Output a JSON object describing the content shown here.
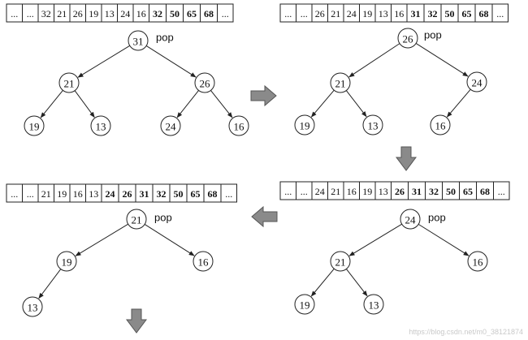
{
  "panels": [
    {
      "id": "step1",
      "array": [
        {
          "t": "...",
          "b": false
        },
        {
          "t": "...",
          "b": false
        },
        {
          "t": "32",
          "b": false
        },
        {
          "t": "21",
          "b": false
        },
        {
          "t": "26",
          "b": false
        },
        {
          "t": "19",
          "b": false
        },
        {
          "t": "13",
          "b": false
        },
        {
          "t": "24",
          "b": false
        },
        {
          "t": "16",
          "b": false
        },
        {
          "t": "32",
          "b": true
        },
        {
          "t": "50",
          "b": true
        },
        {
          "t": "65",
          "b": true
        },
        {
          "t": "68",
          "b": true
        },
        {
          "t": "...",
          "b": false
        }
      ],
      "pop_label": "pop",
      "nodes": [
        {
          "id": "n0",
          "label": "31"
        },
        {
          "id": "n1",
          "label": "21"
        },
        {
          "id": "n2",
          "label": "26"
        },
        {
          "id": "n3",
          "label": "19"
        },
        {
          "id": "n4",
          "label": "13"
        },
        {
          "id": "n5",
          "label": "24"
        },
        {
          "id": "n6",
          "label": "16"
        }
      ],
      "edges": [
        [
          "n0",
          "n1"
        ],
        [
          "n0",
          "n2"
        ],
        [
          "n1",
          "n3"
        ],
        [
          "n1",
          "n4"
        ],
        [
          "n2",
          "n5"
        ],
        [
          "n2",
          "n6"
        ]
      ]
    },
    {
      "id": "step2",
      "array": [
        {
          "t": "...",
          "b": false
        },
        {
          "t": "...",
          "b": false
        },
        {
          "t": "26",
          "b": false
        },
        {
          "t": "21",
          "b": false
        },
        {
          "t": "24",
          "b": false
        },
        {
          "t": "19",
          "b": false
        },
        {
          "t": "13",
          "b": false
        },
        {
          "t": "16",
          "b": false
        },
        {
          "t": "31",
          "b": true
        },
        {
          "t": "32",
          "b": true
        },
        {
          "t": "50",
          "b": true
        },
        {
          "t": "65",
          "b": true
        },
        {
          "t": "68",
          "b": true
        },
        {
          "t": "...",
          "b": false
        }
      ],
      "pop_label": "pop",
      "nodes": [
        {
          "id": "n0",
          "label": "26"
        },
        {
          "id": "n1",
          "label": "21"
        },
        {
          "id": "n2",
          "label": "24"
        },
        {
          "id": "n3",
          "label": "19"
        },
        {
          "id": "n4",
          "label": "13"
        },
        {
          "id": "n5",
          "label": "16"
        }
      ],
      "edges": [
        [
          "n0",
          "n1"
        ],
        [
          "n0",
          "n2"
        ],
        [
          "n1",
          "n3"
        ],
        [
          "n1",
          "n4"
        ],
        [
          "n2",
          "n5"
        ]
      ]
    },
    {
      "id": "step3",
      "array": [
        {
          "t": "...",
          "b": false
        },
        {
          "t": "...",
          "b": false
        },
        {
          "t": "24",
          "b": false
        },
        {
          "t": "21",
          "b": false
        },
        {
          "t": "16",
          "b": false
        },
        {
          "t": "19",
          "b": false
        },
        {
          "t": "13",
          "b": false
        },
        {
          "t": "26",
          "b": true
        },
        {
          "t": "31",
          "b": true
        },
        {
          "t": "32",
          "b": true
        },
        {
          "t": "50",
          "b": true
        },
        {
          "t": "65",
          "b": true
        },
        {
          "t": "68",
          "b": true
        },
        {
          "t": "...",
          "b": false
        }
      ],
      "pop_label": "pop",
      "nodes": [
        {
          "id": "n0",
          "label": "24"
        },
        {
          "id": "n1",
          "label": "21"
        },
        {
          "id": "n2",
          "label": "16"
        },
        {
          "id": "n3",
          "label": "19"
        },
        {
          "id": "n4",
          "label": "13"
        }
      ],
      "edges": [
        [
          "n0",
          "n1"
        ],
        [
          "n0",
          "n2"
        ],
        [
          "n1",
          "n3"
        ],
        [
          "n1",
          "n4"
        ]
      ]
    },
    {
      "id": "step4",
      "array": [
        {
          "t": "...",
          "b": false
        },
        {
          "t": "...",
          "b": false
        },
        {
          "t": "21",
          "b": false
        },
        {
          "t": "19",
          "b": false
        },
        {
          "t": "16",
          "b": false
        },
        {
          "t": "13",
          "b": false
        },
        {
          "t": "24",
          "b": true
        },
        {
          "t": "26",
          "b": true
        },
        {
          "t": "31",
          "b": true
        },
        {
          "t": "32",
          "b": true
        },
        {
          "t": "50",
          "b": true
        },
        {
          "t": "65",
          "b": true
        },
        {
          "t": "68",
          "b": true
        },
        {
          "t": "...",
          "b": false
        }
      ],
      "pop_label": "pop",
      "nodes": [
        {
          "id": "n0",
          "label": "21"
        },
        {
          "id": "n1",
          "label": "19"
        },
        {
          "id": "n2",
          "label": "16"
        },
        {
          "id": "n3",
          "label": "13"
        }
      ],
      "edges": [
        [
          "n0",
          "n1"
        ],
        [
          "n0",
          "n2"
        ],
        [
          "n1",
          "n3"
        ]
      ]
    }
  ],
  "arrows": [
    {
      "id": "a1",
      "direction": "right"
    },
    {
      "id": "a2",
      "direction": "down"
    },
    {
      "id": "a3",
      "direction": "left"
    },
    {
      "id": "a4",
      "direction": "down"
    }
  ],
  "colors": {
    "stroke": "#222222",
    "arrow_fill": "#8a8a8a",
    "arrow_edge": "#555555",
    "watermark": "#c9c9c9"
  },
  "watermark": "https://blog.csdn.net/m0_38121874"
}
